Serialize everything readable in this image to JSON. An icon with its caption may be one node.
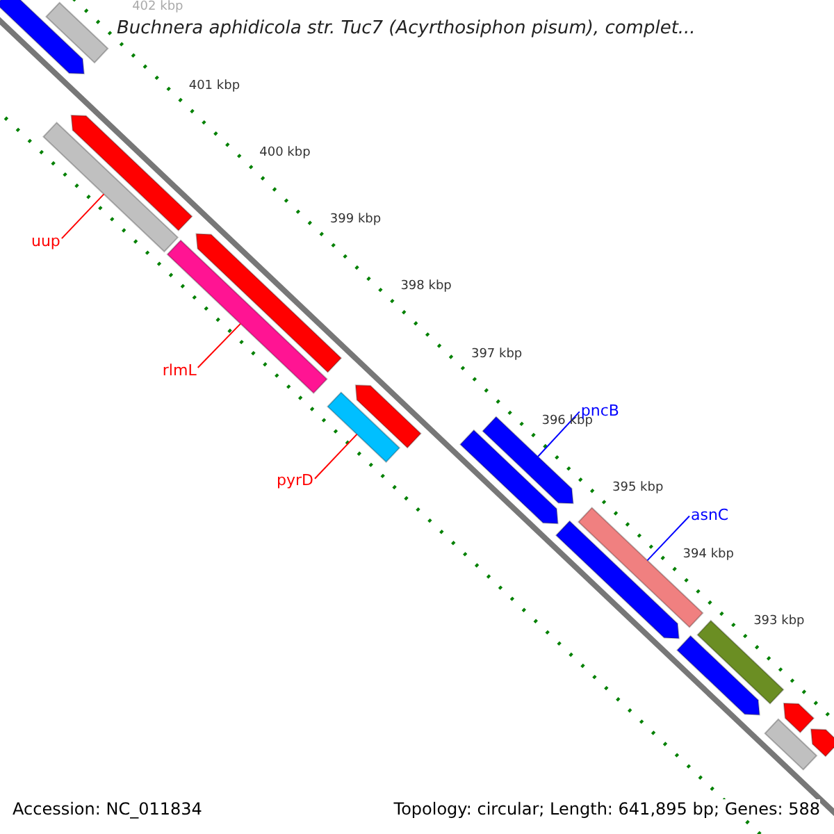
{
  "diagram": {
    "title": "Buchnera aphidicola str. Tuc7 (Acyrthosiphon pisum), complet...",
    "nodes": [
      {
        "text": [],
        "shape": "bar"
      },
      {
        "text": [],
        "shape": "arrow"
      },
      {
        "text": [],
        "shape": "arrow"
      },
      {
        "text": [
          "uup"
        ]
      },
      {
        "text": [],
        "shape": "bar"
      },
      {
        "text": [],
        "shape": "arrow"
      },
      {
        "text": [
          "rlmL"
        ]
      },
      {
        "text": [],
        "shape": "bar"
      },
      {
        "text": [],
        "shape": "arrow"
      },
      {
        "text": [
          "pyrD"
        ]
      },
      {
        "text": [],
        "shape": "bar"
      },
      {
        "text": [
          "pncB"
        ]
      },
      {
        "text": [],
        "shape": "arrow"
      },
      {
        "text": [],
        "shape": "arrow"
      },
      {
        "text": [
          "asnC"
        ]
      },
      {
        "text": [],
        "shape": "bar"
      },
      {
        "text": [],
        "shape": "arrow"
      },
      {
        "text": [],
        "shape": "bar"
      },
      {
        "text": [],
        "shape": "arrow"
      },
      {
        "text": [],
        "shape": "arrow"
      },
      {
        "text": [],
        "shape": "arrow"
      },
      {
        "text": [],
        "shape": "bar"
      }
    ],
    "edges": [
      {
        "from": 3,
        "to": 4,
        "arrow": "none"
      },
      {
        "from": 6,
        "to": 7,
        "arrow": "none"
      },
      {
        "from": 9,
        "to": 10,
        "arrow": "none"
      },
      {
        "from": 11,
        "to": 12,
        "arrow": "none",
        "color": "#0000ff"
      },
      {
        "from": 14,
        "to": 15,
        "arrow": "none",
        "color": "#0000ff"
      }
    ],
    "labels": [
      "402 kbp",
      "401 kbp",
      "400 kbp",
      "399 kbp",
      "398 kbp",
      "397 kbp",
      "396 kbp",
      "395 kbp",
      "394 kbp",
      "393 kbp",
      "Accession: NC_011834",
      "Topology: circular; Length: 641,895 bp; Genes: 588"
    ]
  }
}
